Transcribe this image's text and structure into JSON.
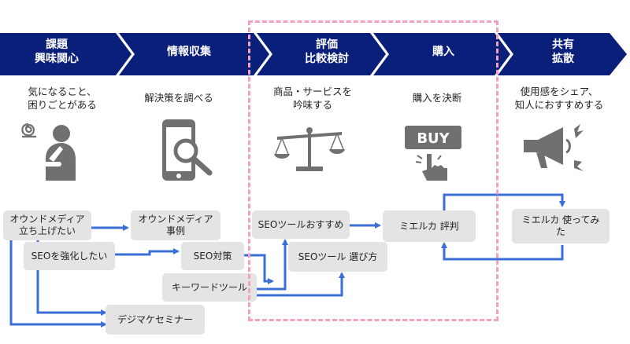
{
  "stages": [
    {
      "id": "s1",
      "title_lines": [
        "課題",
        "興味関心"
      ],
      "desc_lines": [
        "気になること、",
        "困りごとがある"
      ],
      "icon": "worried-person-icon"
    },
    {
      "id": "s2",
      "title_lines": [
        "情報収集"
      ],
      "desc_lines": [
        "解決策を調べる"
      ],
      "icon": "smartphone-search-icon"
    },
    {
      "id": "s3",
      "title_lines": [
        "評価",
        "比較検討"
      ],
      "desc_lines": [
        "商品・サービスを",
        "吟味する"
      ],
      "icon": "balance-scale-icon"
    },
    {
      "id": "s4",
      "title_lines": [
        "購入"
      ],
      "desc_lines": [
        "購入を決断"
      ],
      "icon": "buy-button-icon"
    },
    {
      "id": "s5",
      "title_lines": [
        "共有",
        "拡散"
      ],
      "desc_lines": [
        "使用感をシェア、",
        "知人におすすめする"
      ],
      "icon": "megaphone-icon"
    }
  ],
  "buy_label": "BUY",
  "nodes": [
    {
      "id": "n1",
      "lines": [
        "オウンドメディア",
        "立ち上げたい"
      ]
    },
    {
      "id": "n2",
      "lines": [
        "SEOを強化したい"
      ]
    },
    {
      "id": "n3",
      "lines": [
        "デジマケセミナー"
      ]
    },
    {
      "id": "n4",
      "lines": [
        "オウンドメディア",
        "事例"
      ]
    },
    {
      "id": "n5",
      "lines": [
        "SEO対策"
      ]
    },
    {
      "id": "n6",
      "lines": [
        "キーワードツール"
      ]
    },
    {
      "id": "n7",
      "lines": [
        "SEOツールおすすめ"
      ]
    },
    {
      "id": "n8",
      "lines": [
        "SEOツール 選び方"
      ]
    },
    {
      "id": "n9",
      "lines": [
        "ミエルカ 評判"
      ]
    },
    {
      "id": "n10",
      "lines": [
        "ミエルカ 使ってみ",
        "た"
      ]
    }
  ],
  "colors": {
    "chevron": "#0a1f7a",
    "arrow": "#3b6fd6",
    "highlight": "#f4a0c0",
    "node_bg": "#e4e4e4",
    "icon": "#707070"
  }
}
